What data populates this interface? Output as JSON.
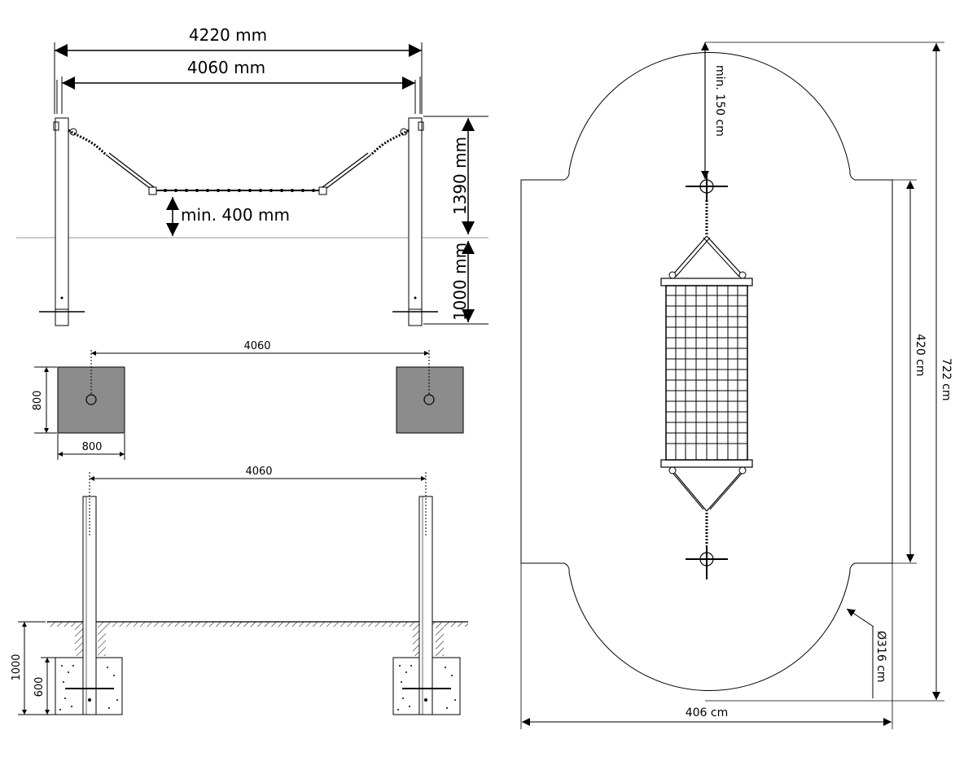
{
  "side_elevation": {
    "overall_width": "4220 mm",
    "post_spacing": "4060 mm",
    "post_height_above_ground": "1390 mm",
    "post_depth_below_ground": "1000 mm",
    "min_ground_clearance": "min. 400 mm"
  },
  "foundation_plan": {
    "spacing": "4060",
    "footing_width": "800",
    "footing_depth": "800"
  },
  "foundation_section": {
    "spacing": "4060",
    "embed_depth": "1000",
    "concrete_depth": "600"
  },
  "safety_zone": {
    "total_length": "722 cm",
    "straight_length": "420 cm",
    "width": "406 cm",
    "end_diameter": "Ø316 cm",
    "min_clearance": "min. 150 cm"
  }
}
